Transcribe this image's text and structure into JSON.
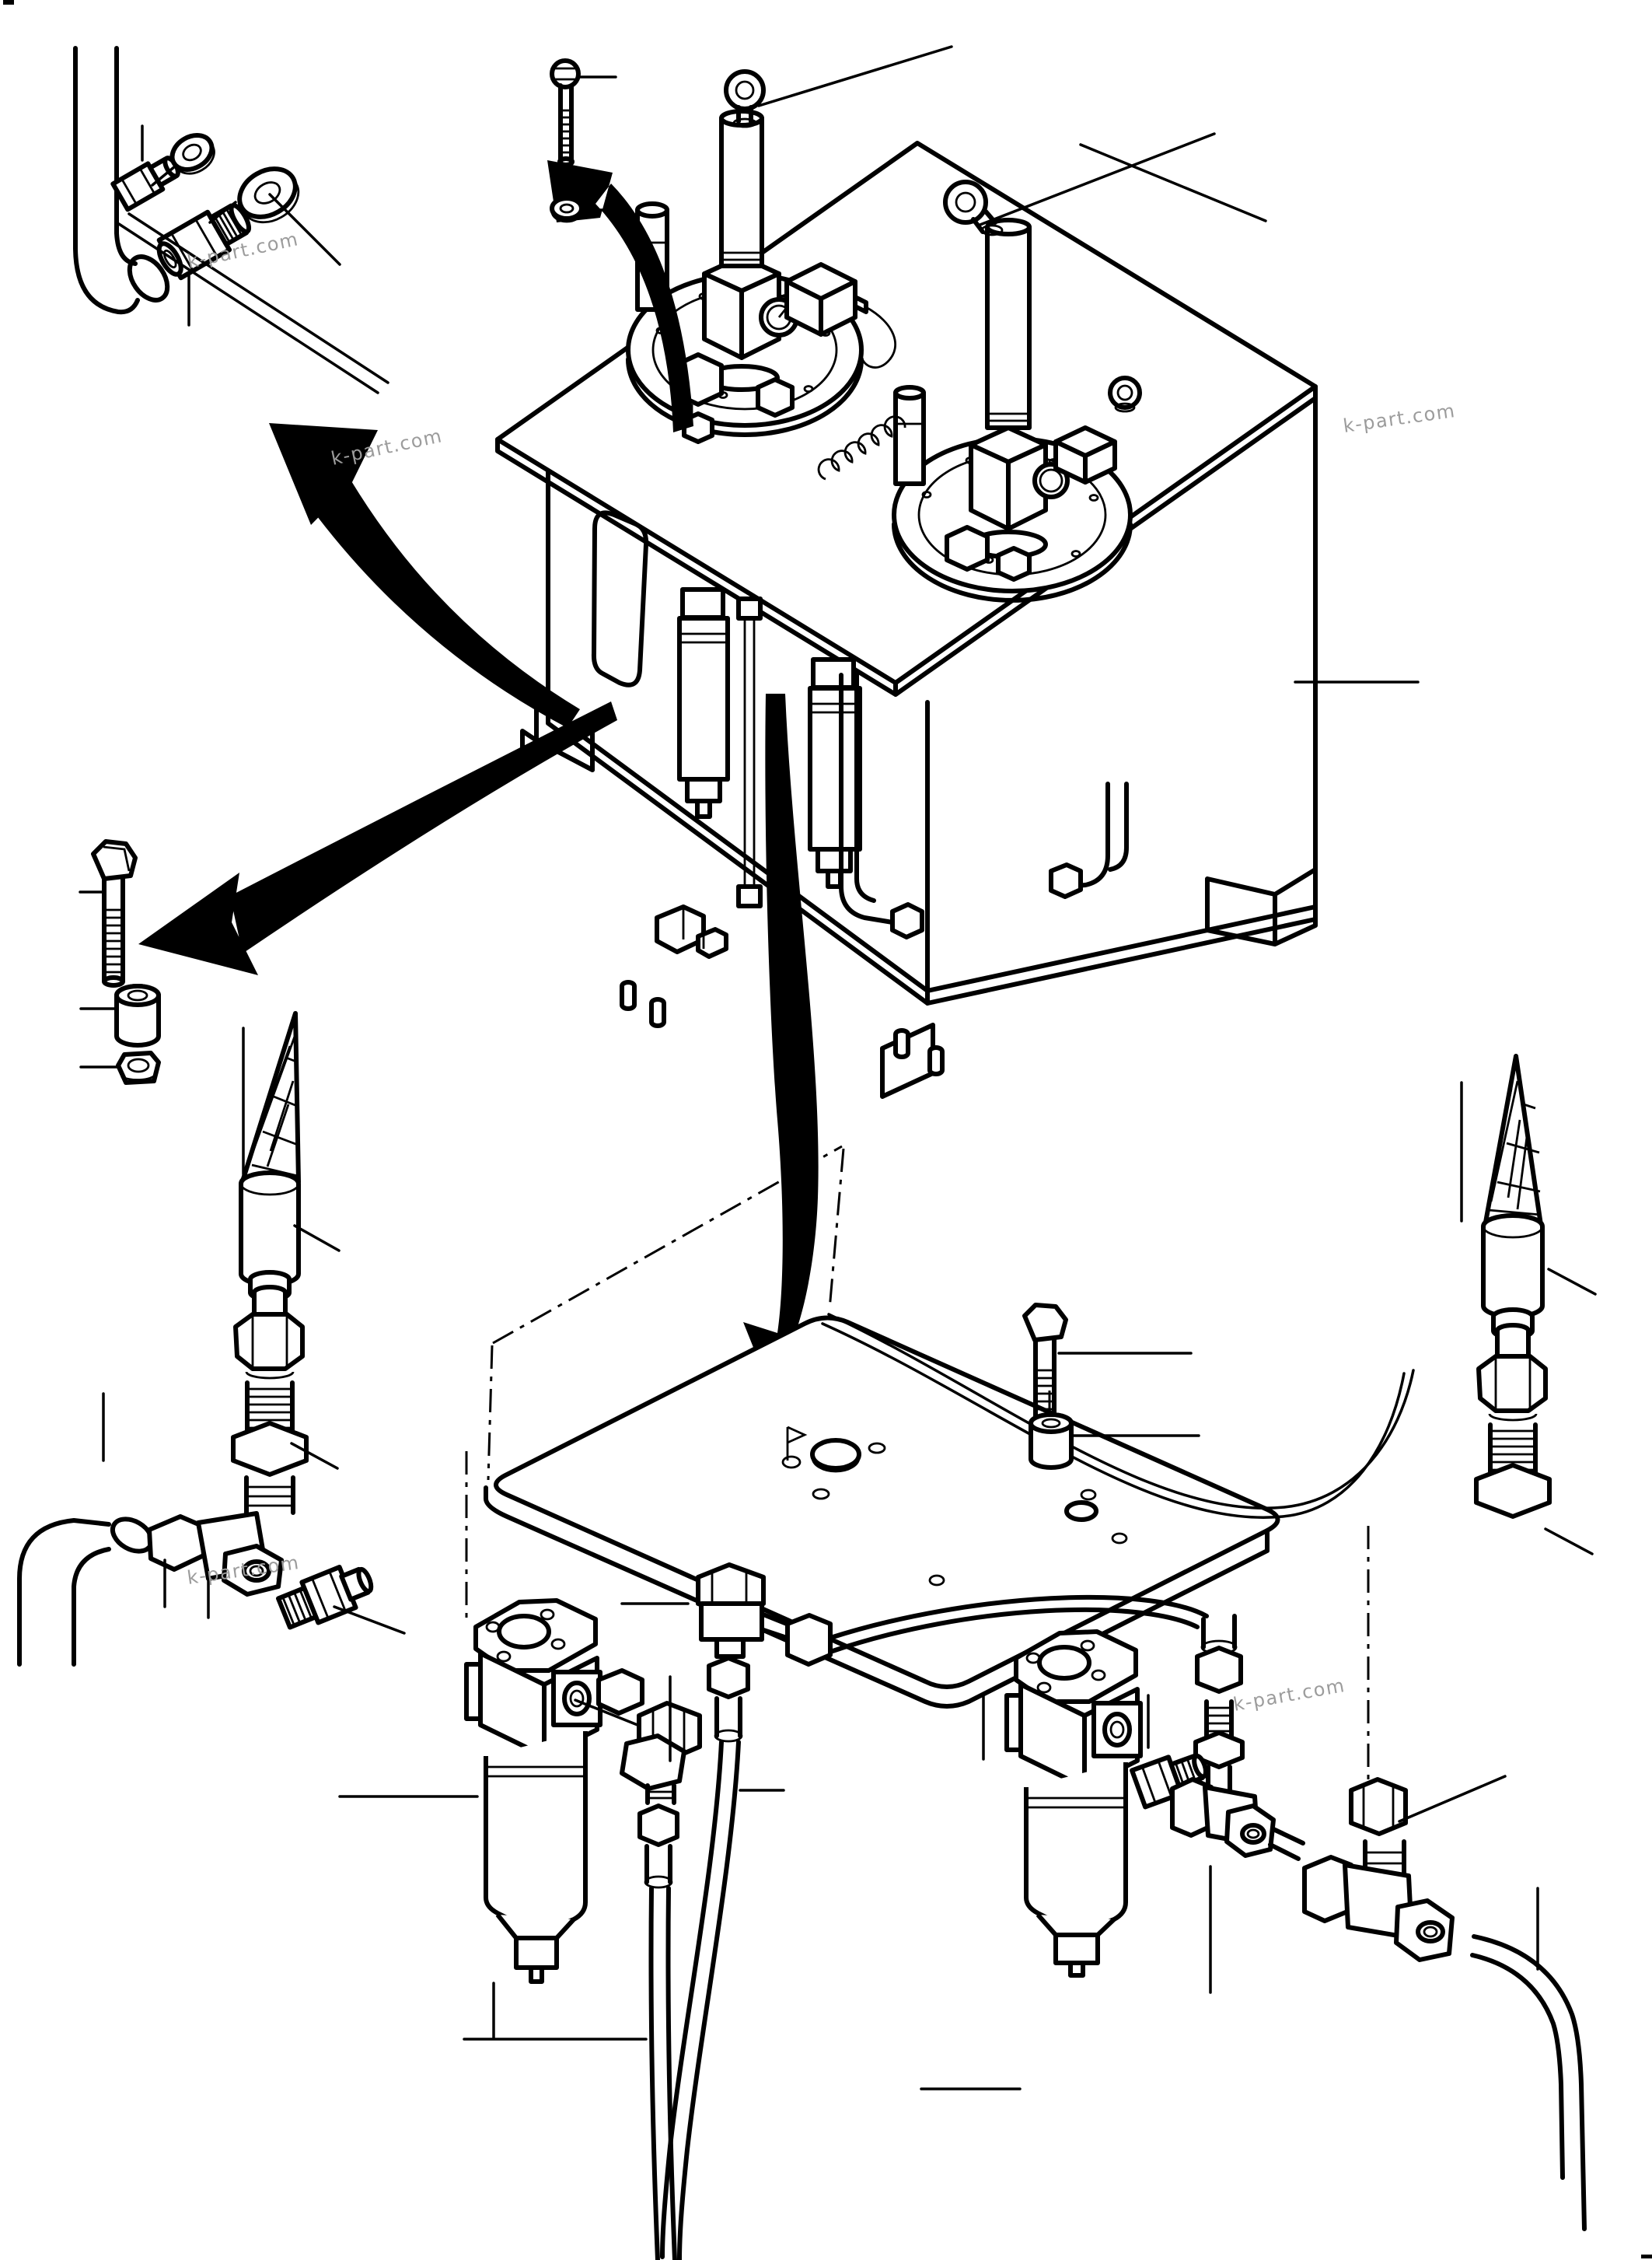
{
  "page": {
    "background": "#ffffff",
    "ink_color": "#000000"
  },
  "watermark": {
    "text": "k-part.com",
    "color": "#9c9c9c",
    "occurrences": 5
  },
  "icons": {
    "arrows": [
      "callout-arrow-pipe-fitting-detail",
      "callout-arrow-bolt-washer-detail",
      "callout-arrow-bolt-spacer-nut-detail",
      "callout-arrow-filter-manifold-detail"
    ]
  }
}
